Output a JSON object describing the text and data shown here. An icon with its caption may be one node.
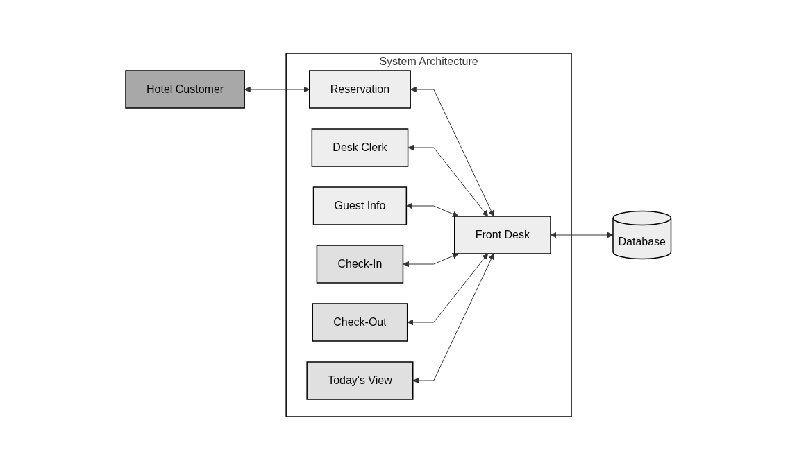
{
  "diagram": {
    "nodes": [
      {
        "text": [
          "System Architecture"
        ]
      },
      {
        "text": [
          "Reservation"
        ],
        "in": 0
      },
      {
        "text": [
          "Desk Clerk"
        ],
        "in": 0
      },
      {
        "text": [
          "Guest Info"
        ],
        "in": 0
      },
      {
        "text": [
          "Check-In"
        ],
        "in": 0
      },
      {
        "text": [
          "Check-Out"
        ],
        "in": 0
      },
      {
        "text": [
          "Today's View"
        ],
        "in": 0
      },
      {
        "text": [
          "Front Desk"
        ],
        "in": 0
      },
      {
        "text": [
          "Hotel Customer"
        ]
      },
      {
        "text": [
          "Database"
        ]
      }
    ],
    "edges": [
      {
        "from": 8,
        "to": 1,
        "arrow": "both"
      },
      {
        "from": 1,
        "to": 7,
        "arrow": "both"
      },
      {
        "from": 2,
        "to": 7,
        "arrow": "both"
      },
      {
        "from": 3,
        "to": 7,
        "arrow": "both"
      },
      {
        "from": 4,
        "to": 7,
        "arrow": "both"
      },
      {
        "from": 5,
        "to": 7,
        "arrow": "both"
      },
      {
        "from": 6,
        "to": 7,
        "arrow": "both"
      },
      {
        "from": 7,
        "to": 9,
        "arrow": "both"
      }
    ]
  }
}
